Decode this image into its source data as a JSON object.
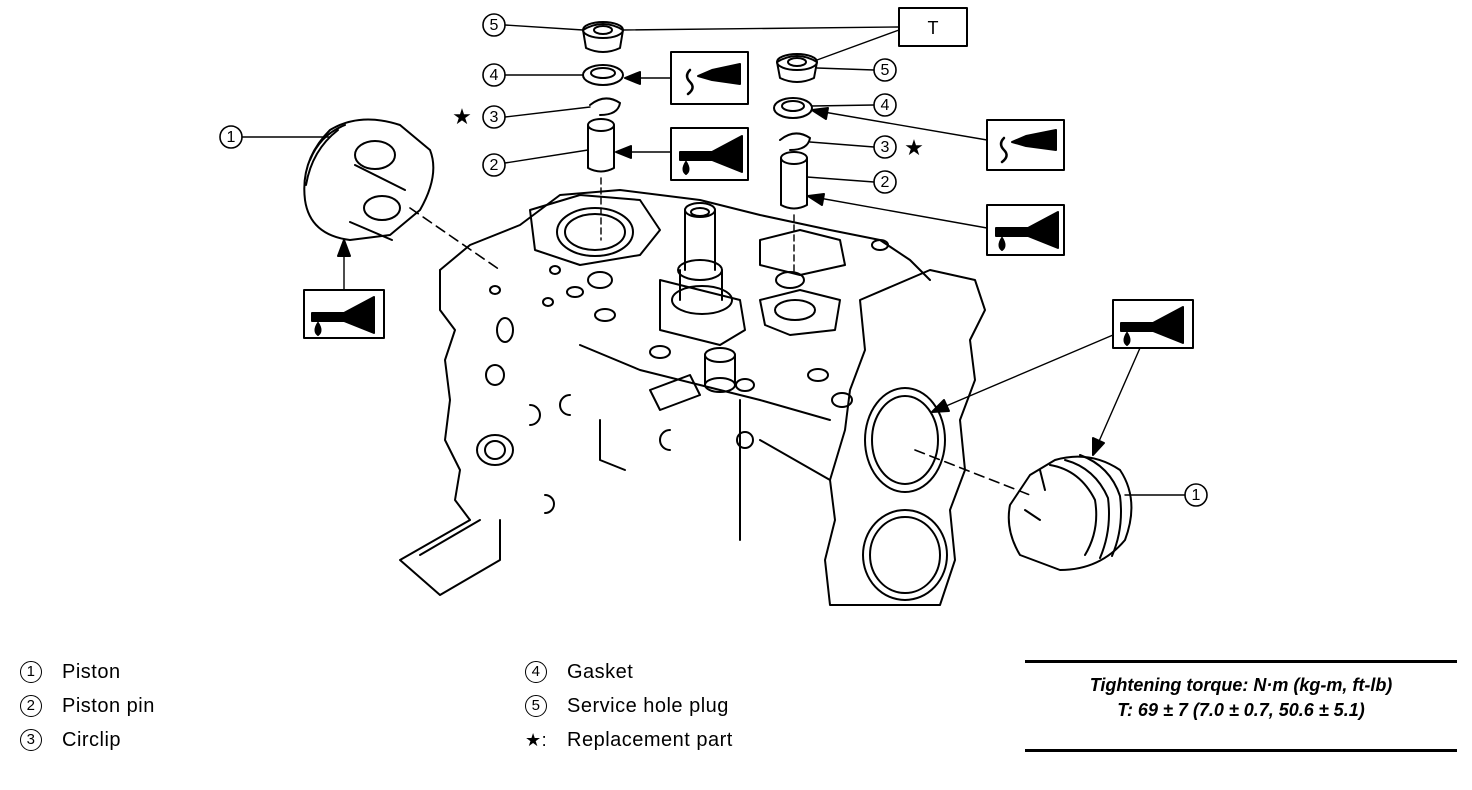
{
  "callouts": {
    "piston": "1",
    "piston_pin": "2",
    "circlip": "3",
    "gasket": "4",
    "service_hole_plug": "5"
  },
  "torque_box_label": "T",
  "star_symbol": "★",
  "legend": {
    "left": [
      {
        "num": "1",
        "label": "Piston"
      },
      {
        "num": "2",
        "label": "Piston pin"
      },
      {
        "num": "3",
        "label": "Circlip"
      }
    ],
    "middle": [
      {
        "num": "4",
        "label": "Gasket"
      },
      {
        "num": "5",
        "label": "Service hole plug"
      },
      {
        "symbol": "★:",
        "label": "Replacement part"
      }
    ]
  },
  "torque": {
    "title": "Tightening torque: N·m (kg-m, ft-lb)",
    "value": "T: 69 ± 7 (7.0 ± 0.7, 50.6 ± 5.1)"
  },
  "icons": [
    "oil-can-icon",
    "grease-brush-icon",
    "replacement-star-icon"
  ]
}
